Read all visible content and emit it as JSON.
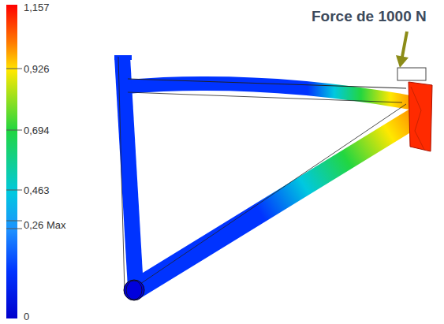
{
  "diagram": {
    "labels": [
      "Force de 1000 N",
      "1,157",
      "0,926",
      "0,694",
      "0,463",
      "0,26 Max",
      "0"
    ]
  }
}
